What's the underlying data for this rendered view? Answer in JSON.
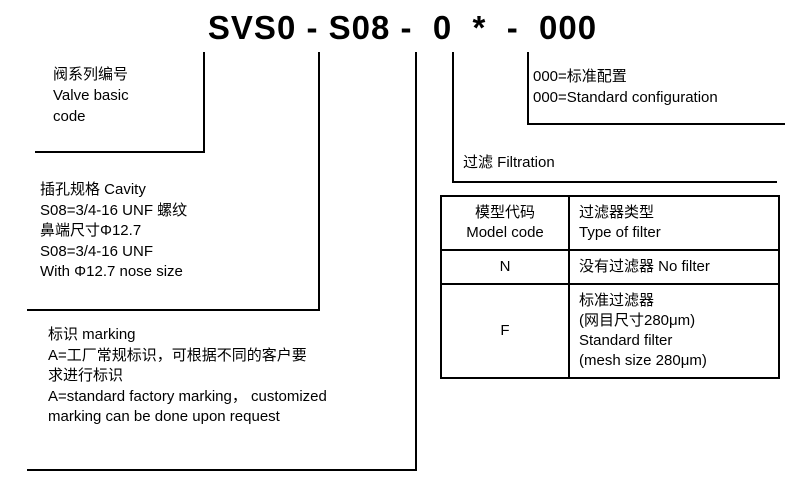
{
  "header": {
    "model_code": "SVS0 - S08 -  0  *  -  000"
  },
  "left_callouts": [
    {
      "name": "valve-basic-code",
      "text": "阀系列编号\nValve basic\ncode"
    },
    {
      "name": "cavity-spec",
      "text": "插孔规格 Cavity\nS08=3/4-16 UNF 螺纹\n鼻端尺寸Φ12.7\nS08=3/4-16 UNF\nWith Φ12.7 nose size"
    },
    {
      "name": "marking",
      "text": "标识 marking\nA=工厂常规标识，可根据不同的客户要\n求进行标识\nA=standard factory marking， customized\nmarking can be done upon request"
    }
  ],
  "right_callouts": [
    {
      "name": "standard-configuration",
      "text": "000=标准配置\n000=Standard configuration"
    },
    {
      "name": "filtration",
      "text": "过滤 Filtration"
    }
  ],
  "filtration_table": {
    "headers": {
      "model_code": "模型代码\nModel code",
      "type_of_filter": "过滤器类型\nType of filter"
    },
    "rows": [
      {
        "code": "N",
        "type": "没有过滤器  No filter"
      },
      {
        "code": "F",
        "type": "标准过滤器\n(网目尺寸280μm)\nStandard filter\n(mesh size 280μm)"
      }
    ]
  },
  "colors": {
    "line": "#000000",
    "text": "#000000",
    "background": "#ffffff"
  }
}
